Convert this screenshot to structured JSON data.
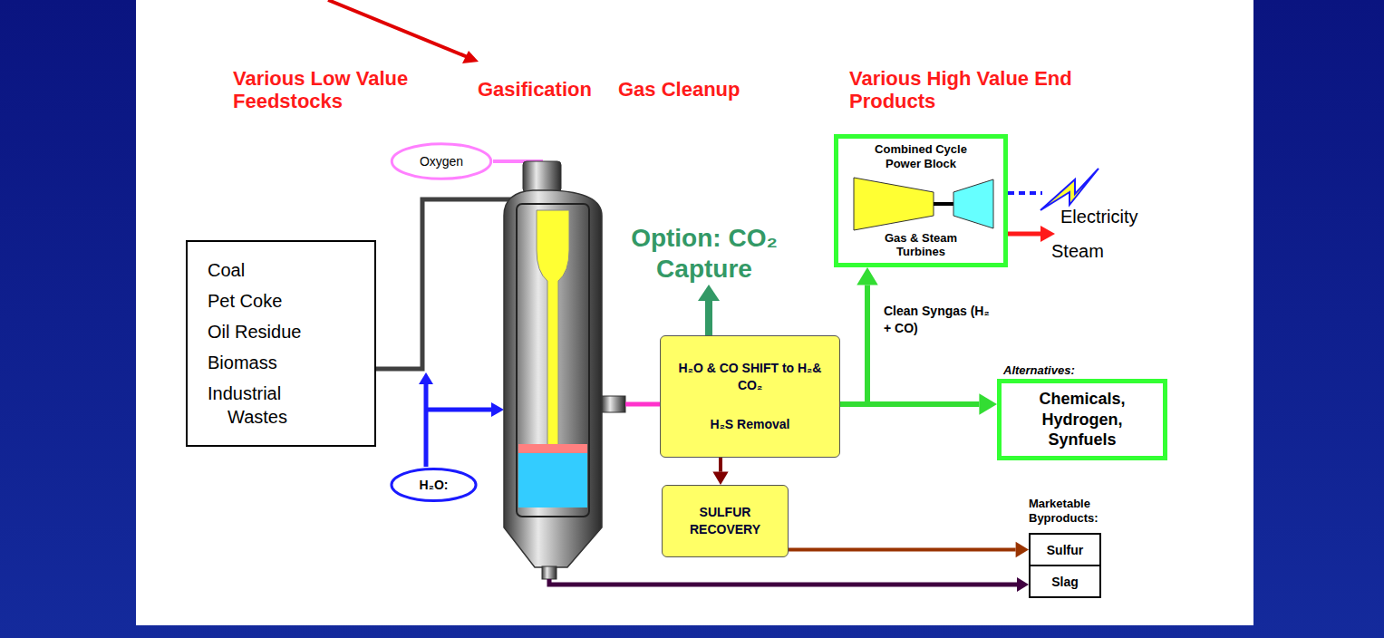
{
  "diagram": {
    "nodes": [
      {
        "text": [
          "Coal",
          "Pet Coke",
          "Oil Residue",
          "Biomass",
          "Industrial Wastes"
        ]
      },
      {
        "text": [
          "Oxygen"
        ]
      },
      {
        "text": [
          "H₂O:"
        ]
      },
      {
        "text": [
          "H₂O & CO SHIFT to H₂& CO₂",
          "H₂S Removal"
        ]
      },
      {
        "text": [
          "SULFUR RECOVERY"
        ]
      },
      {
        "text": [
          "Combined Cycle Power Block",
          "Gas & Steam Turbines"
        ]
      },
      {
        "text": [
          "Alternatives:",
          "Chemicals, Hydrogen, Synfuels"
        ]
      },
      {
        "text": [
          "Sulfur"
        ]
      },
      {
        "text": [
          "Slag"
        ]
      }
    ],
    "edges": [
      {
        "from": 3,
        "to": 4,
        "arrow": "to"
      },
      {
        "from": 3,
        "to": 5,
        "arrow": "to",
        "label": "Clean Syngas (H₂ + CO)"
      },
      {
        "from": 3,
        "to": 6,
        "arrow": "to"
      },
      {
        "from": 4,
        "to": 7,
        "arrow": "to"
      }
    ],
    "labels": [
      "Various Low Value Feedstocks",
      "Gasification",
      "Gas Cleanup",
      "Various High Value End Products",
      "Option: CO₂ Capture",
      "Electricity",
      "Steam",
      "Marketable Byproducts:"
    ]
  }
}
